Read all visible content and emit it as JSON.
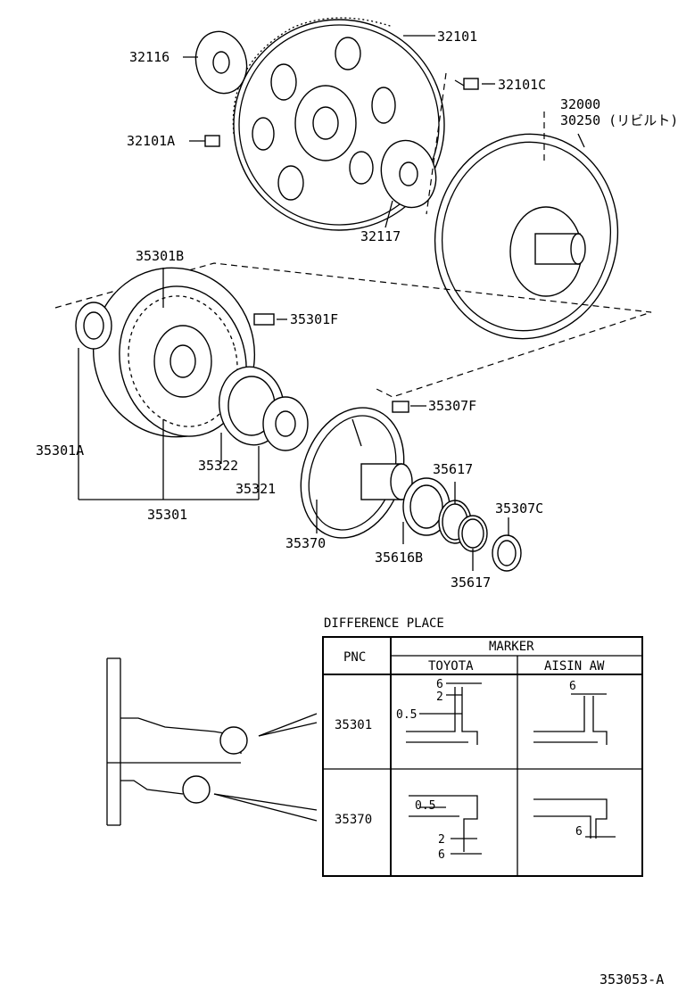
{
  "parts": {
    "p32101": "32101",
    "p32116": "32116",
    "p32101C": "32101C",
    "p32000": "32000",
    "p30250": "30250 (リビルト)",
    "p32101A": "32101A",
    "p32117": "32117",
    "p35301B": "35301B",
    "p35301F": "35301F",
    "p35307F": "35307F",
    "p35301A": "35301A",
    "p35322": "35322",
    "p35321": "35321",
    "p35617a": "35617",
    "p35307C": "35307C",
    "p35301": "35301",
    "p35370": "35370",
    "p35616B": "35616B",
    "p35617b": "35617"
  },
  "difference": {
    "title": "DIFFERENCE PLACE",
    "pnc_header": "PNC",
    "marker_header": "MARKER",
    "col_toyota": "TOYOTA",
    "col_aisin": "AISIN AW",
    "rows": [
      {
        "pnc": "35301",
        "toyota_dims": [
          "6",
          "2",
          "0.5"
        ],
        "aisin_dims": [
          "6"
        ]
      },
      {
        "pnc": "35370",
        "toyota_dims": [
          "0.5",
          "2",
          "6"
        ],
        "aisin_dims": [
          "6"
        ]
      }
    ]
  },
  "figure_id": "353053-A"
}
